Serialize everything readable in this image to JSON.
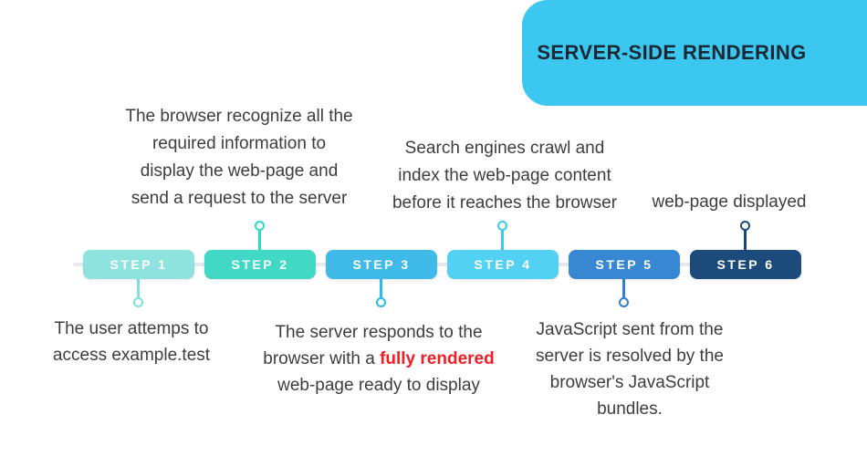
{
  "header": {
    "title": "SERVER-SIDE RENDERING",
    "bg_color": "#3BC7F0",
    "text_color": "#1B2733"
  },
  "timeline": {
    "track_color": "#E8E9EE",
    "label_color": "#FFFFFF",
    "steps": [
      {
        "label": "STEP 1",
        "color": "#8EE3DE",
        "connector_color": "#7CE2DC",
        "connector_direction": "down"
      },
      {
        "label": "STEP 2",
        "color": "#41D8C6",
        "connector_color": "#2ED9C7",
        "connector_direction": "up"
      },
      {
        "label": "STEP 3",
        "color": "#40BAE9",
        "connector_color": "#2CB9EC",
        "connector_direction": "down"
      },
      {
        "label": "STEP 4",
        "color": "#52D1F2",
        "connector_color": "#38C8F1",
        "connector_direction": "up"
      },
      {
        "label": "STEP 5",
        "color": "#3787D2",
        "connector_color": "#2F82D3",
        "connector_direction": "down"
      },
      {
        "label": "STEP 6",
        "color": "#1C4B7B",
        "connector_color": "#17497B",
        "connector_direction": "up"
      }
    ]
  },
  "annotations": {
    "text_color": "#3D3D3D",
    "above_step2": {
      "line1": "The browser recognize all the",
      "line2": "required information to",
      "line3": "display the web-page and",
      "line4": "send a request to the server"
    },
    "above_step4": {
      "line1": "Search engines crawl and",
      "line2": "index the web-page content",
      "line3": "before it reaches the browser"
    },
    "above_step6": {
      "line1": "web-page displayed"
    },
    "below_step1": {
      "line1": "The user attemps to",
      "line2": "access example.test"
    },
    "below_step3": {
      "line1": "The server responds to the",
      "line2_prefix": "browser with a ",
      "line2_highlight": "fully rendered",
      "line3": "web-page ready to display",
      "highlight_color": "#F11E26"
    },
    "below_step5": {
      "line1": "JavaScript sent from the",
      "line2": "server is resolved by the",
      "line3": "browser's JavaScript",
      "line4": "bundles."
    }
  }
}
